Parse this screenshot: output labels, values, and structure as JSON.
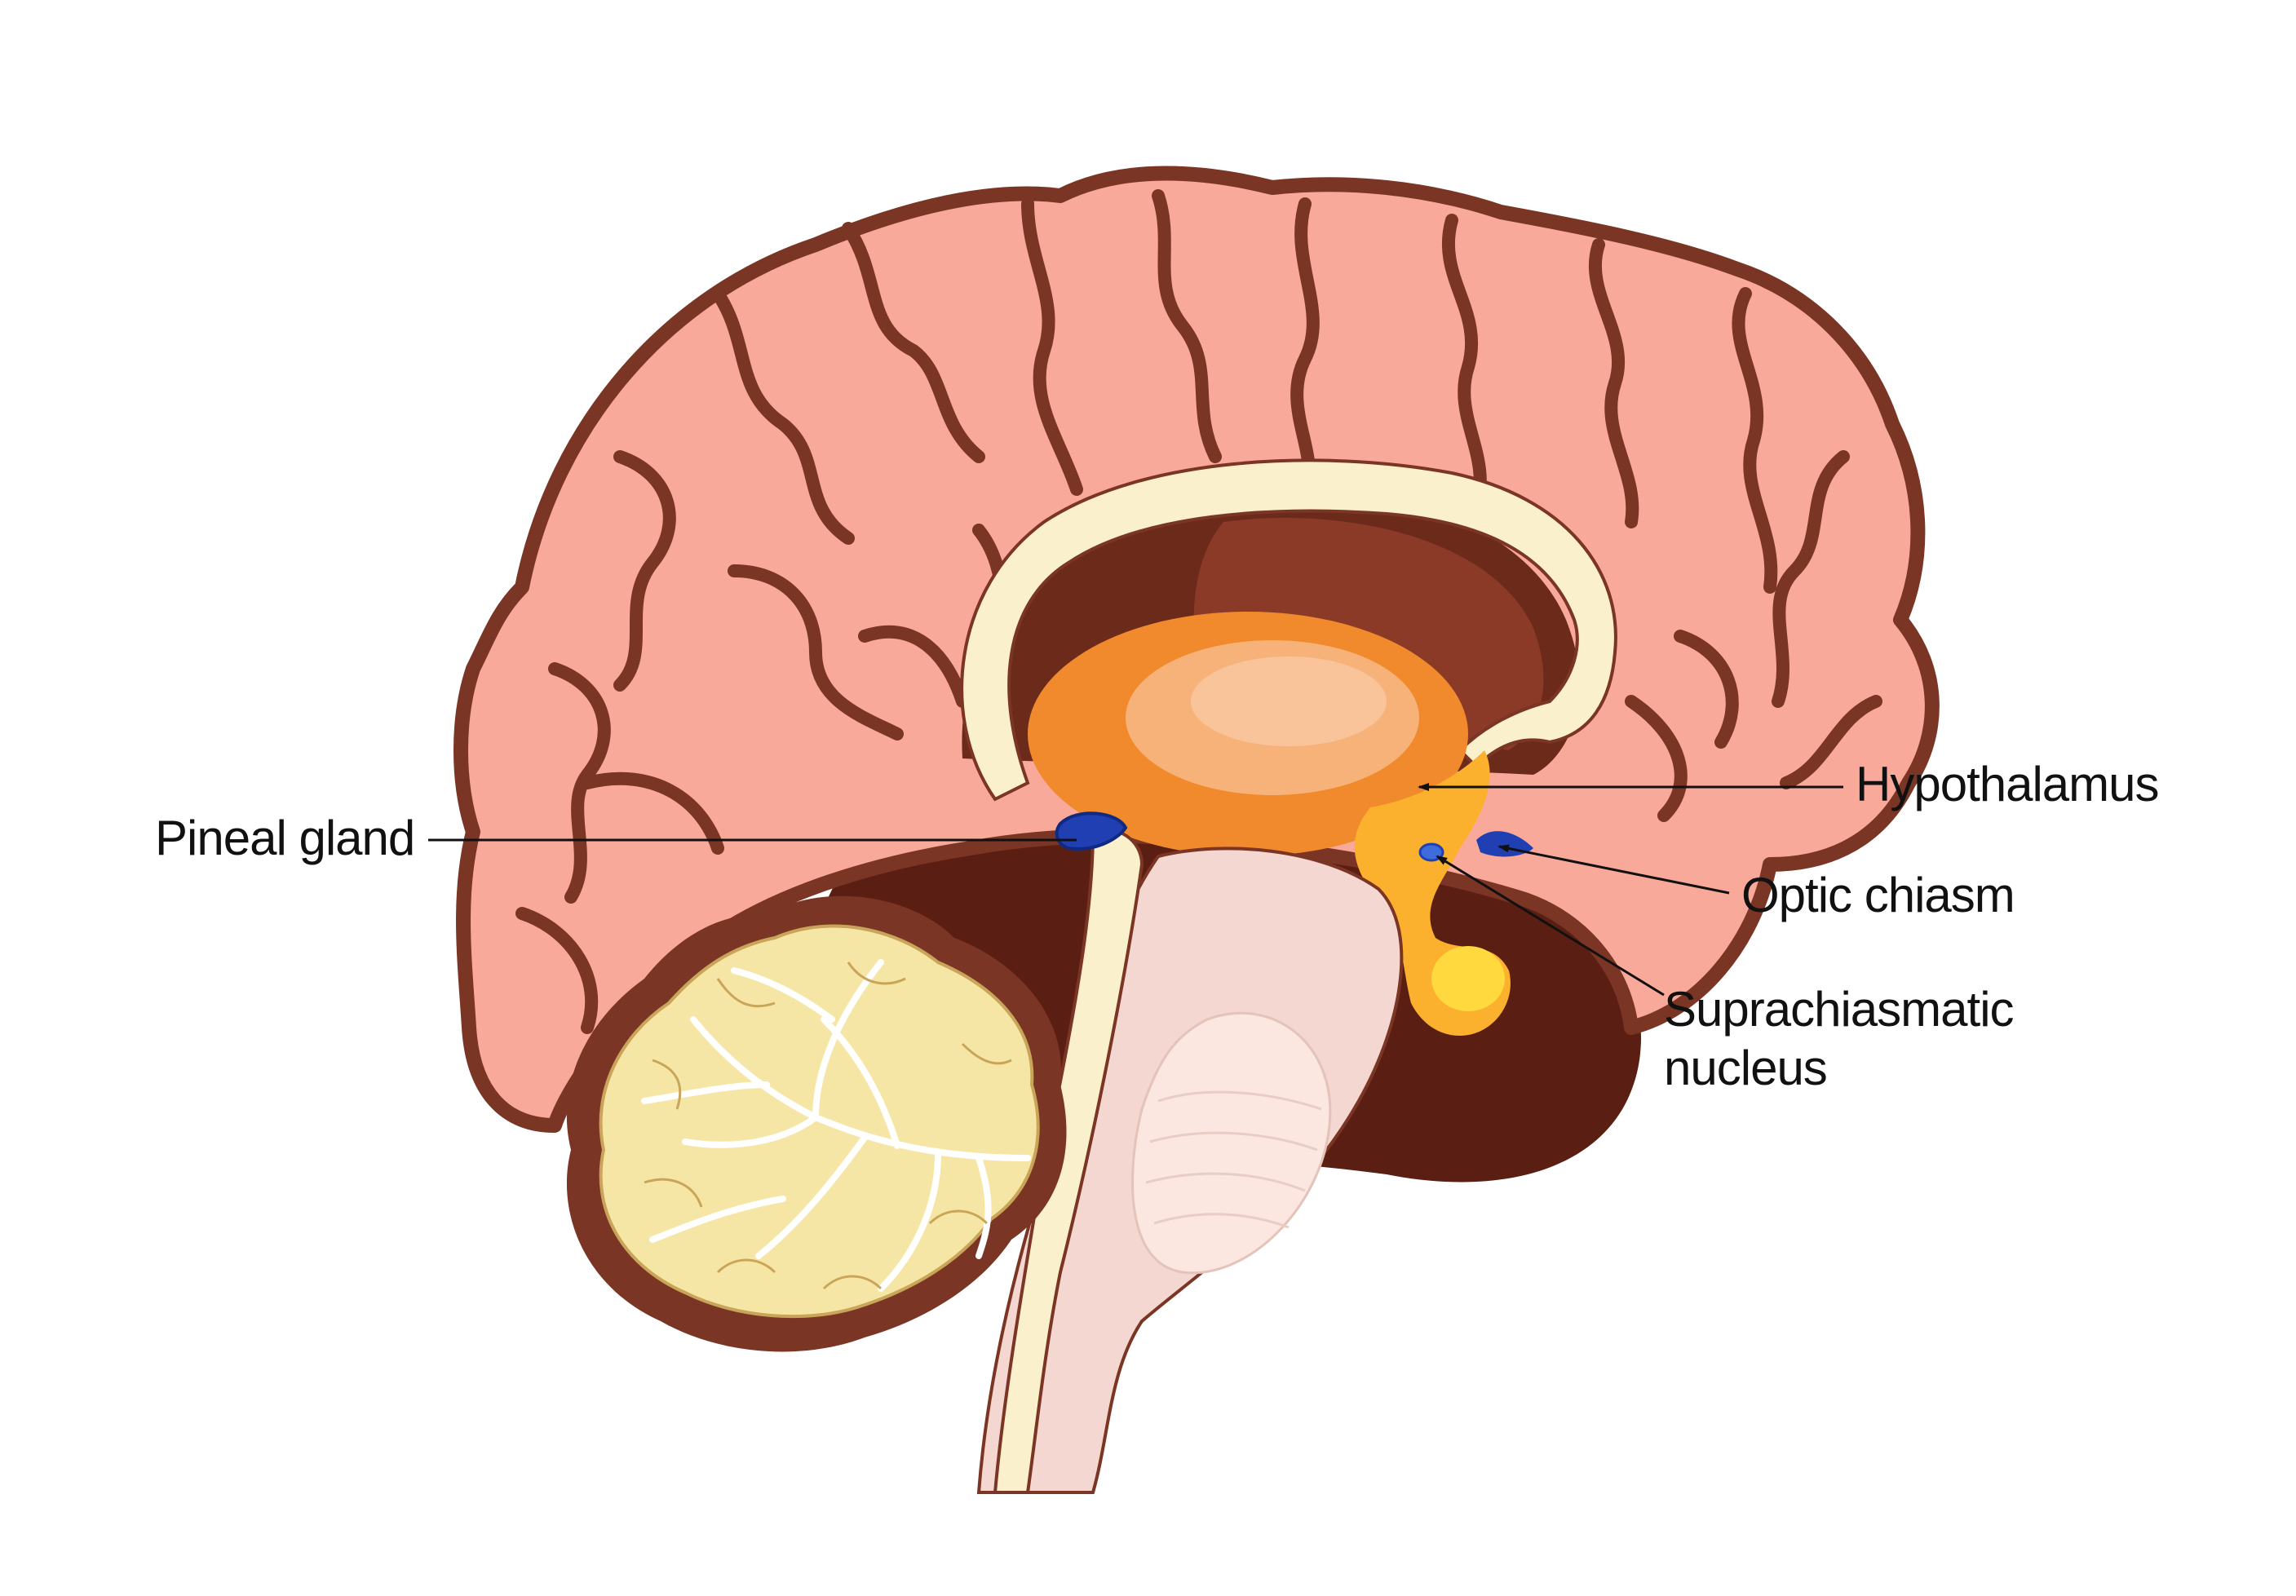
{
  "labels": {
    "pineal": "Pineal gland",
    "hypothalamus": "Hypothalamus",
    "optic": "Optic chiasm",
    "scn_line1": "Suprachiasmatic",
    "scn_line2": "nucleus"
  },
  "colors": {
    "cortex": "#F9A99A",
    "cortex_outline": "#7A3524",
    "sulcus": "#7A3524",
    "ventricle_dark": "#6B2A1A",
    "ventricle_mid": "#8A3A26",
    "corpus_callosum": "#FBF0CC",
    "thalamus_outer": "#F08A2C",
    "thalamus_inner": "#F7B27A",
    "hypothalamus": "#FBB12E",
    "pituitary": "#FFD93D",
    "cerebellum_outline": "#7A3524",
    "cerebellum_fill": "#F6E6A6",
    "cerebellum_line": "#C9A55A",
    "brainstem": "#F4D7D0",
    "brainstem_inner": "#FBE6E0",
    "deep_brown": "#5A1E12",
    "gland_blue": "#1F3FB3"
  }
}
